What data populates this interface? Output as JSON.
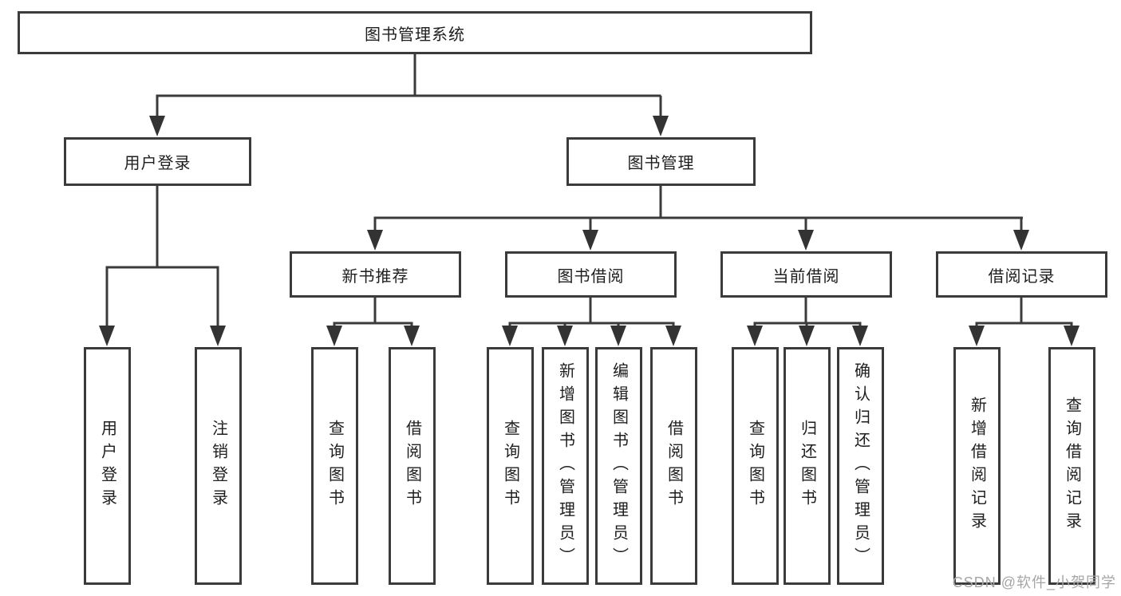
{
  "diagram": {
    "root": {
      "label": "图书管理系统"
    },
    "level2": [
      {
        "id": "user-login",
        "label": "用户登录"
      },
      {
        "id": "book-management",
        "label": "图书管理"
      }
    ],
    "level3": [
      {
        "id": "new-book-recommend",
        "label": "新书推荐"
      },
      {
        "id": "book-borrowing",
        "label": "图书借阅"
      },
      {
        "id": "current-borrowing",
        "label": "当前借阅"
      },
      {
        "id": "borrowing-records",
        "label": "借阅记录"
      }
    ],
    "leaves": {
      "user_login": [
        "用户登录",
        "注销登录"
      ],
      "new_book_recommend": [
        "查询图书",
        "借阅图书"
      ],
      "book_borrowing": [
        "查询图书",
        "新增图书（管理员）",
        "编辑图书（管理员）",
        "借阅图书"
      ],
      "current_borrowing": [
        "查询图书",
        "归还图书",
        "确认归还（管理员）"
      ],
      "borrowing_records": [
        "新增借阅记录",
        "查询借阅记录"
      ]
    },
    "hierarchy_note": {
      "root_children": [
        "用户登录",
        "图书管理"
      ],
      "book_management_children": [
        "新书推荐",
        "图书借阅",
        "当前借阅",
        "借阅记录"
      ]
    }
  },
  "watermark": "CSDN @软件_小贺同学",
  "colors": {
    "line": "#3b3b3b",
    "box_border": "#3b3b3b",
    "text": "#1e1e1e",
    "watermark": "#a6a6a6",
    "background": "#ffffff"
  }
}
